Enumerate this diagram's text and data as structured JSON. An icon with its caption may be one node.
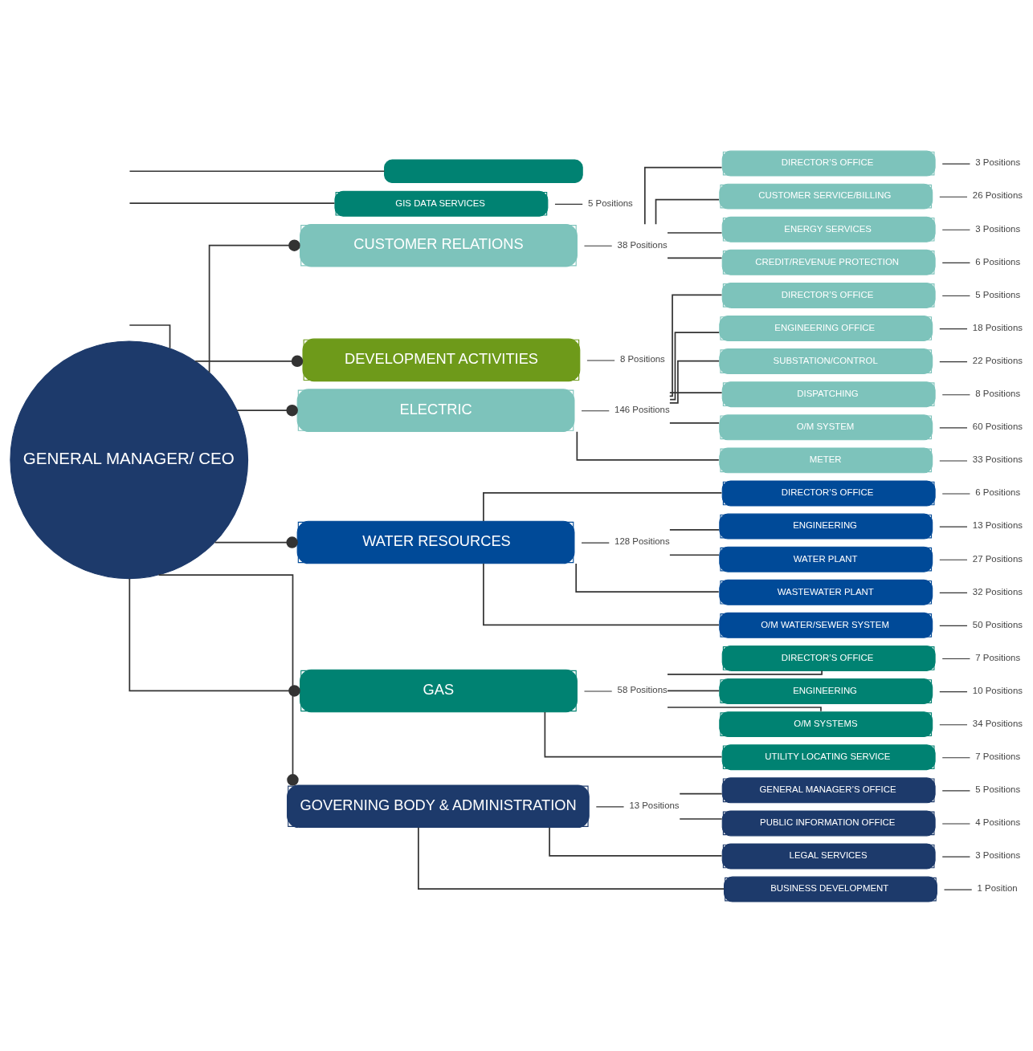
{
  "diagram": {
    "nodes": [
      {
        "text": [
          "GENERAL MANAGER/ CEO"
        ]
      },
      {
        "text": [],
        "shape": "box"
      },
      {
        "text": [
          "GIS DATA SERVICES"
        ],
        "beside": [
          "5 Positions"
        ]
      },
      {
        "text": [
          "CUSTOMER RELATIONS"
        ],
        "beside": [
          "38 Positions"
        ]
      },
      {
        "text": [
          "DIRECTOR’S OFFICE"
        ],
        "beside": [
          "3 Positions"
        ]
      },
      {
        "text": [
          "CUSTOMER SERVICE/BILLING"
        ],
        "beside": [
          "26 Positions"
        ]
      },
      {
        "text": [
          "ENERGY SERVICES"
        ],
        "beside": [
          "3 Positions"
        ]
      },
      {
        "text": [
          "CREDIT/REVENUE PROTECTION"
        ],
        "beside": [
          "6 Positions"
        ]
      },
      {
        "text": [
          "DEVELOPMENT ACTIVITIES"
        ],
        "beside": [
          "8 Positions"
        ]
      },
      {
        "text": [
          "ELECTRIC"
        ],
        "beside": [
          "146 Positions"
        ]
      },
      {
        "text": [
          "DIRECTOR’S OFFICE"
        ],
        "beside": [
          "5 Positions"
        ]
      },
      {
        "text": [
          "ENGINEERING OFFICE"
        ],
        "beside": [
          "18 Positions"
        ]
      },
      {
        "text": [
          "SUBSTATION/CONTROL"
        ],
        "beside": [
          "22 Positions"
        ]
      },
      {
        "text": [
          "DISPATCHING"
        ],
        "beside": [
          "8 Positions"
        ]
      },
      {
        "text": [
          "O/M SYSTEM"
        ],
        "beside": [
          "60 Positions"
        ]
      },
      {
        "text": [
          "METER"
        ],
        "beside": [
          "33 Positions"
        ]
      },
      {
        "text": [
          "WATER RESOURCES"
        ],
        "beside": [
          "128 Positions"
        ]
      },
      {
        "text": [
          "DIRECTOR’S OFFICE"
        ],
        "beside": [
          "6 Positions"
        ]
      },
      {
        "text": [
          "ENGINEERING"
        ],
        "beside": [
          "13 Positions"
        ]
      },
      {
        "text": [
          "WATER PLANT"
        ],
        "beside": [
          "27 Positions"
        ]
      },
      {
        "text": [
          "WASTEWATER PLANT"
        ],
        "beside": [
          "32 Positions"
        ]
      },
      {
        "text": [
          "O/M WATER/SEWER SYSTEM"
        ],
        "beside": [
          "50 Positions"
        ]
      },
      {
        "text": [
          "GAS"
        ],
        "beside": [
          "58 Positions"
        ]
      },
      {
        "text": [
          "DIRECTOR’S OFFICE"
        ],
        "beside": [
          "7 Positions"
        ]
      },
      {
        "text": [
          "ENGINEERING"
        ],
        "beside": [
          "10 Positions"
        ]
      },
      {
        "text": [
          "O/M SYSTEMS"
        ],
        "beside": [
          "34 Positions"
        ]
      },
      {
        "text": [
          "UTILITY LOCATING SERVICE"
        ],
        "beside": [
          "7 Positions"
        ]
      },
      {
        "text": [
          "GOVERNING BODY & ADMINISTRATION"
        ],
        "beside": [
          "13 Positions"
        ]
      },
      {
        "text": [
          "GENERAL MANAGER’S OFFICE"
        ],
        "beside": [
          "5 Positions"
        ]
      },
      {
        "text": [
          "PUBLIC INFORMATION OFFICE"
        ],
        "beside": [
          "4 Positions"
        ]
      },
      {
        "text": [
          "LEGAL SERVICES"
        ],
        "beside": [
          "3 Positions"
        ]
      },
      {
        "text": [
          "BUSINESS DEVELOPMENT"
        ],
        "beside": [
          "1 Position"
        ]
      }
    ],
    "edges": [
      {
        "from": 0,
        "to": null,
        "arrow": "none"
      },
      {
        "from": null,
        "to": 1,
        "arrow": "none"
      },
      {
        "from": null,
        "to": 2,
        "arrow": "none"
      },
      {
        "from": 0,
        "to": 3,
        "arrow": "other"
      },
      {
        "from": 3,
        "to": 4,
        "arrow": "none"
      },
      {
        "from": 3,
        "to": 5,
        "arrow": "none"
      },
      {
        "from": 3,
        "to": 6,
        "arrow": "none"
      },
      {
        "from": 3,
        "to": 7,
        "arrow": "none"
      },
      {
        "from": 0,
        "to": 8,
        "arrow": "other"
      },
      {
        "from": 0,
        "to": 9,
        "arrow": "other"
      },
      {
        "from": 9,
        "to": 10,
        "arrow": "none"
      },
      {
        "from": 9,
        "to": 11,
        "arrow": "none"
      },
      {
        "from": 9,
        "to": 12,
        "arrow": "none"
      },
      {
        "from": 9,
        "to": 13,
        "arrow": "none"
      },
      {
        "from": 9,
        "to": 14,
        "arrow": "none"
      },
      {
        "from": 9,
        "to": 15,
        "arrow": "none"
      },
      {
        "from": 0,
        "to": 16,
        "arrow": "other"
      },
      {
        "from": 16,
        "to": 17,
        "arrow": "none"
      },
      {
        "from": 16,
        "to": 18,
        "arrow": "none"
      },
      {
        "from": 16,
        "to": 19,
        "arrow": "none"
      },
      {
        "from": 16,
        "to": 20,
        "arrow": "none"
      },
      {
        "from": 16,
        "to": 21,
        "arrow": "none"
      },
      {
        "from": 0,
        "to": 22,
        "arrow": "other"
      },
      {
        "from": 22,
        "to": 23,
        "arrow": "none"
      },
      {
        "from": 22,
        "to": 24,
        "arrow": "none"
      },
      {
        "from": 22,
        "to": 25,
        "arrow": "none"
      },
      {
        "from": 22,
        "to": 26,
        "arrow": "none"
      },
      {
        "from": 0,
        "to": 27,
        "arrow": "other"
      },
      {
        "from": 27,
        "to": 28,
        "arrow": "none"
      },
      {
        "from": 27,
        "to": 29,
        "arrow": "none"
      },
      {
        "from": 27,
        "to": 30,
        "arrow": "none"
      },
      {
        "from": 27,
        "to": 31,
        "arrow": "none"
      }
    ]
  }
}
